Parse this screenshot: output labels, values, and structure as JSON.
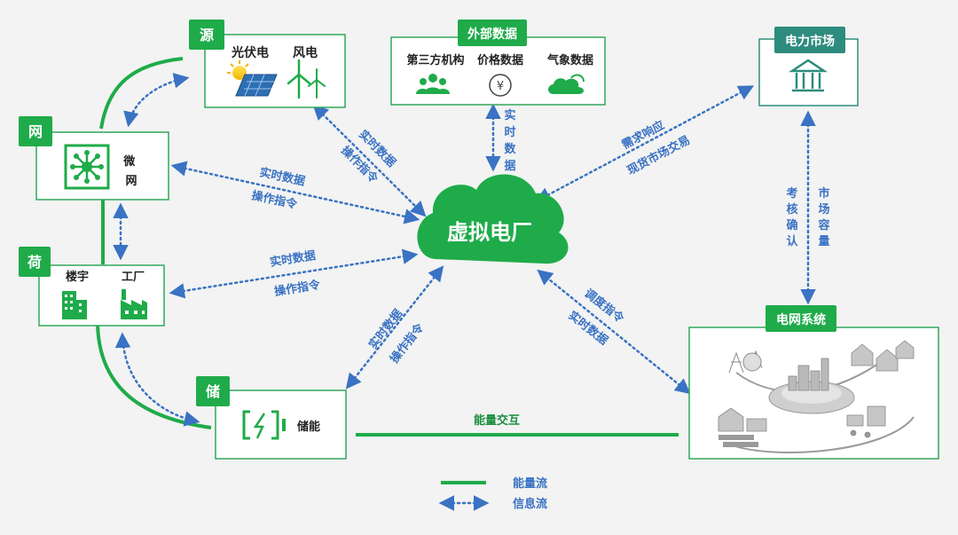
{
  "center": {
    "label": "虚拟电厂"
  },
  "nodes": {
    "source": {
      "tag": "源",
      "items": [
        "光伏电",
        "风电"
      ]
    },
    "grid": {
      "tag": "网",
      "item": "微网"
    },
    "load": {
      "tag": "荷",
      "items": [
        "楼宇",
        "工厂"
      ]
    },
    "storage": {
      "tag": "储",
      "item": "储能"
    },
    "external": {
      "tag": "外部数据",
      "items": [
        "第三方机构",
        "价格数据",
        "气象数据"
      ]
    },
    "market": {
      "tag": "电力市场"
    },
    "power_system": {
      "tag": "电网系统"
    }
  },
  "links": {
    "realtime": "实时数据",
    "command": "操作指令",
    "demand_response": "需求响应",
    "spot_trading": "现货市场交易",
    "dispatch": "调度指令",
    "assessment": "考核确认",
    "capacity": "市场容量",
    "energy_exchange": "能量交互"
  },
  "legend": {
    "energy_flow": "能量流",
    "info_flow": "信息流"
  },
  "colors": {
    "green": "#1fab4a",
    "blue": "#3a72c4",
    "teal": "#2e8c7e",
    "border": "#2fa85a"
  }
}
